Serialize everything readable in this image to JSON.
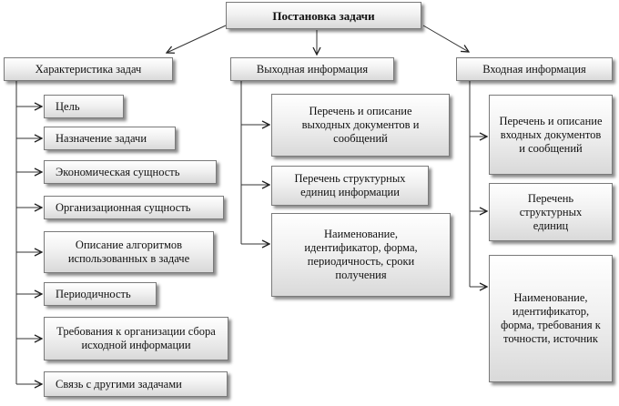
{
  "root": {
    "label": "Постановка задачи"
  },
  "headers": {
    "tasks": "Характеристика задач",
    "output": "Выходная информация",
    "input": "Входная информация"
  },
  "tasks_items": [
    "Цель",
    "Назначение задачи",
    "Экономическая сущность",
    "Организационная сущность",
    "Описание алгоритмов использованных в задаче",
    "Периодичность",
    "Требования к организации сбора исходной информации",
    "Связь с другими задачами"
  ],
  "output_items": [
    "Перечень и описание выходных документов и сообщений",
    "Перечень структурных единиц информации",
    "Наименование, идентификатор, форма, периодичность, сроки получения"
  ],
  "input_items": [
    "Перечень и описание входных документов и сообщений",
    "Перечень структурных единиц",
    "Наименование, идентификатор, форма, требования к точности, источник"
  ]
}
